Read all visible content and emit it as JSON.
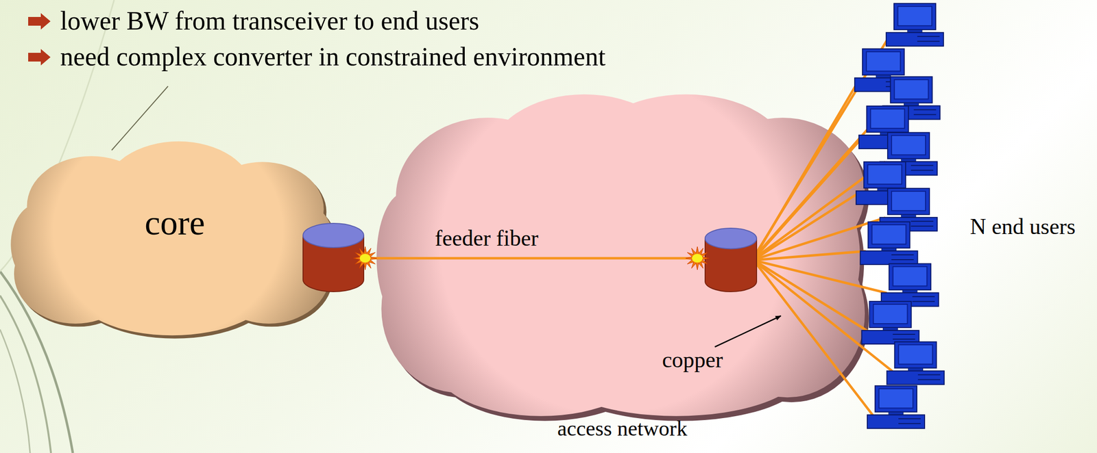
{
  "diagram": {
    "nodes": [
      {
        "text": [
          "core"
        ]
      },
      {
        "text": [
          "access network"
        ]
      }
    ],
    "labels": [
      "lower BW from transceiver to end users",
      "need complex converter in constrained environment",
      "feeder fiber",
      "copper",
      "N end users"
    ]
  }
}
